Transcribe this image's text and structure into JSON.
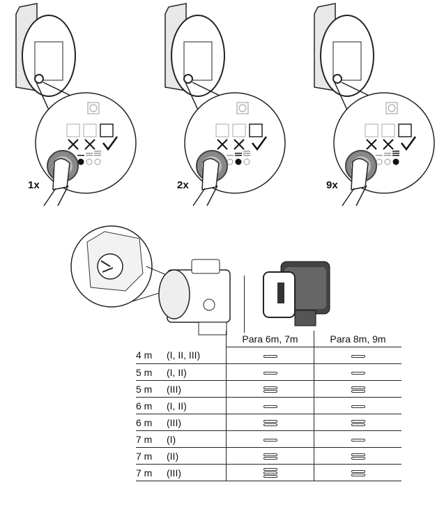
{
  "steps": [
    {
      "press_label": "1x",
      "selected_bars": 1
    },
    {
      "press_label": "2x",
      "selected_bars": 2
    },
    {
      "press_label": "9x",
      "selected_bars": 3
    }
  ],
  "table": {
    "columns": [
      "Para 6m, 7m",
      "Para 8m, 9m"
    ],
    "rows": [
      {
        "height": "4 m",
        "setting": "(I, II, III)",
        "col1_bars": 1,
        "col2_bars": 1
      },
      {
        "height": "5 m",
        "setting": "(I, II)",
        "col1_bars": 1,
        "col2_bars": 1
      },
      {
        "height": "5 m",
        "setting": "(III)",
        "col1_bars": 2,
        "col2_bars": 2
      },
      {
        "height": "6 m",
        "setting": "(I, II)",
        "col1_bars": 1,
        "col2_bars": 1
      },
      {
        "height": "6 m",
        "setting": "(III)",
        "col1_bars": 2,
        "col2_bars": 2
      },
      {
        "height": "7 m",
        "setting": "(I)",
        "col1_bars": 1,
        "col2_bars": 1
      },
      {
        "height": "7 m",
        "setting": "(II)",
        "col1_bars": 2,
        "col2_bars": 2
      },
      {
        "height": "7 m",
        "setting": "(III)",
        "col1_bars": 3,
        "col2_bars": 2
      }
    ]
  },
  "icons": [
    "pump-head-icon",
    "control-mode-icons",
    "pressure-indicator-icon",
    "finger-press-icon",
    "check-icon",
    "cross-icon"
  ]
}
